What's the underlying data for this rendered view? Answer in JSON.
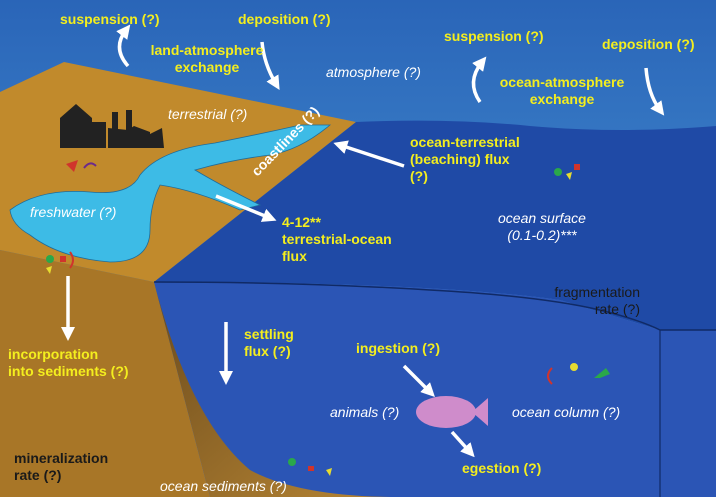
{
  "labels": {
    "suspension_land": "suspension (?)",
    "deposition_land": "deposition (?)",
    "land_atmosphere_exchange": "land-atmosphere\nexchange",
    "atmosphere": "atmosphere (?)",
    "suspension_ocean": "suspension (?)",
    "deposition_ocean": "deposition (?)",
    "ocean_atmosphere_exchange": "ocean-atmosphere\nexchange",
    "terrestrial": "terrestrial (?)",
    "coastlines": "coastlines (?)",
    "beaching_flux": "ocean-terrestrial\n(beaching) flux\n(?)",
    "freshwater": "freshwater (?)",
    "terrestrial_ocean_flux": "4-12**\nterrestrial-ocean\nflux",
    "ocean_surface": "ocean surface\n(0.1-0.2)***",
    "fragmentation": "fragmentation\nrate (?)",
    "incorporation": "incorporation\ninto sediments (?)",
    "settling_flux": "settling\nflux (?)",
    "ingestion": "ingestion (?)",
    "animals": "animals (?)",
    "ocean_column": "ocean column (?)",
    "mineralization": "mineralization\nrate (?)",
    "egestion": "egestion (?)",
    "ocean_sediments": "ocean sediments (?)"
  },
  "colors": {
    "sky": "#2f73c0",
    "land": "#c18a2c",
    "ocean": "#1f4aa6",
    "freshwater": "#3dbbe6",
    "label_yellow": "#f4ee1e",
    "fish": "#cf8ccb"
  },
  "icons": [
    "house-icon",
    "factory-icon",
    "fish-icon",
    "microplastic-particles-icon"
  ]
}
